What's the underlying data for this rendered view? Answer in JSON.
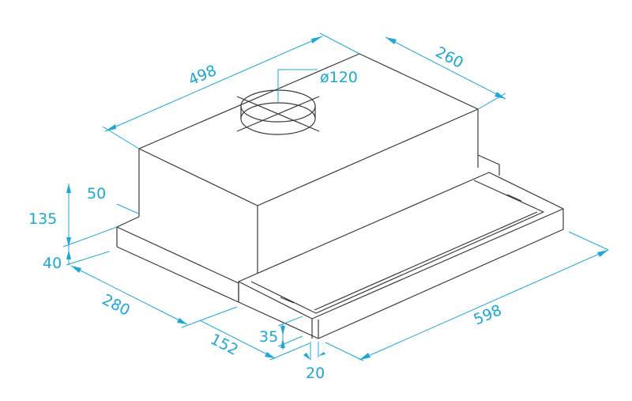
{
  "accent_color": "#1aa7dc",
  "line_color": "#3a3a3a",
  "dimensions": {
    "width_top": "498",
    "depth_top": "260",
    "duct_diameter": "ø120",
    "height_body": "135",
    "offset_front": "50",
    "height_base": "40",
    "depth_base": "280",
    "slider_extension": "152",
    "slider_height": "35",
    "slider_thickness": "20",
    "total_width": "598"
  }
}
